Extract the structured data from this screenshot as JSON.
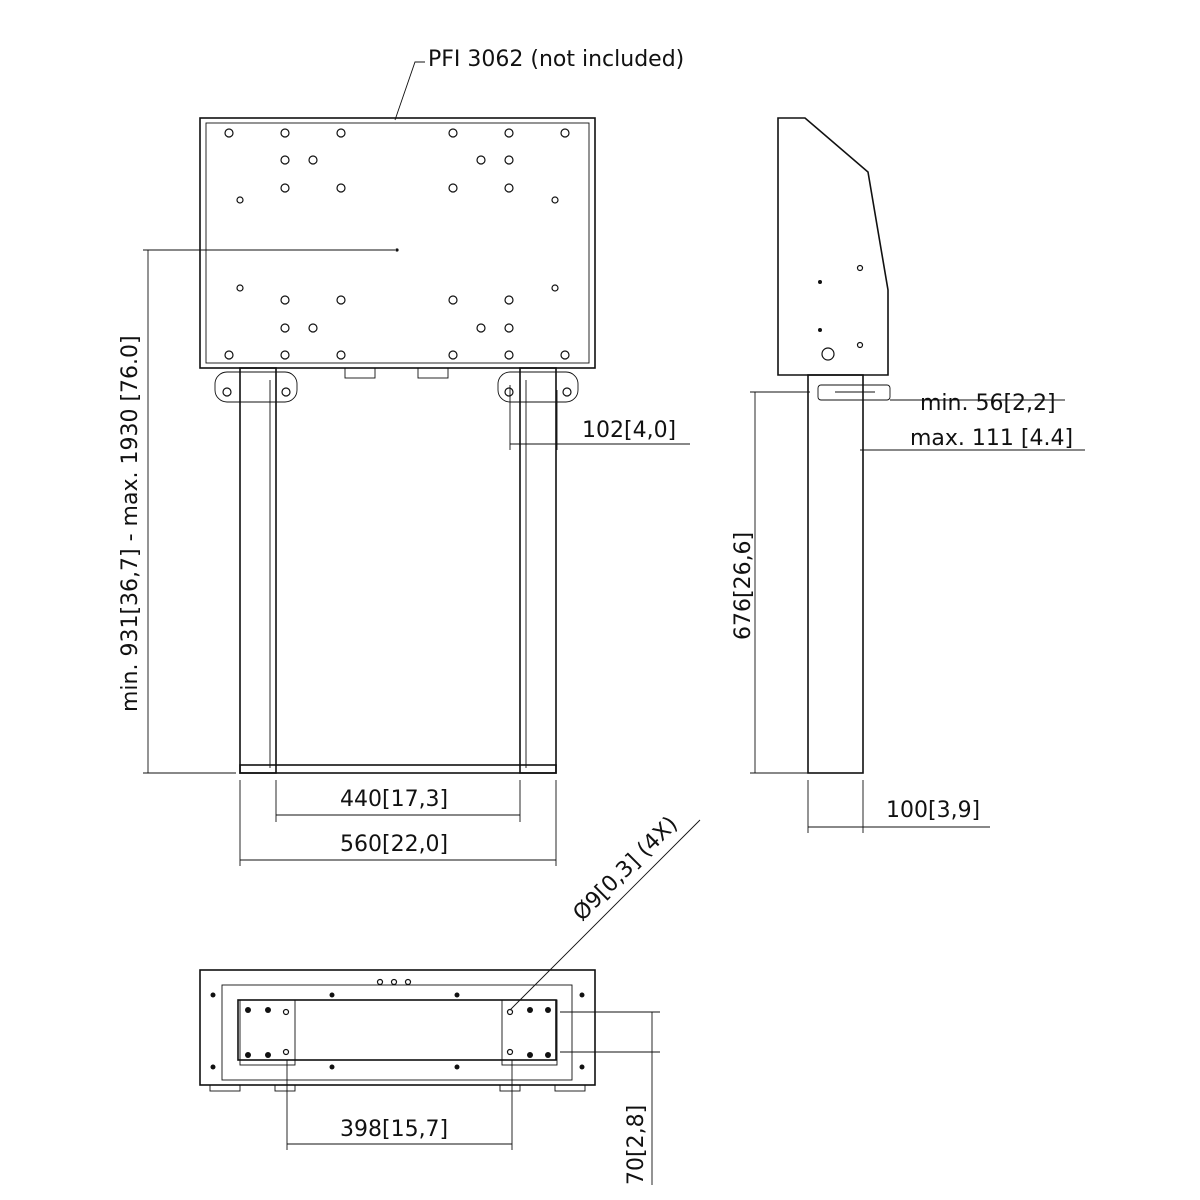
{
  "labels": {
    "pfi": "PFI 3062 (not included)",
    "dim_102": "102[4,0]",
    "dim_min56": "min. 56[2,2]",
    "dim_max111": "max. 111 [4.4]",
    "dim_height": "min. 931[36,7] - max. 1930 [76.0]",
    "dim_676": "676[26,6]",
    "dim_440": "440[17,3]",
    "dim_560": "560[22,0]",
    "dim_100": "100[3,9]",
    "dim_hole": "Ø9[0,3] (4X)",
    "dim_398": "398[15,7]",
    "dim_70": "70[2,8]"
  }
}
